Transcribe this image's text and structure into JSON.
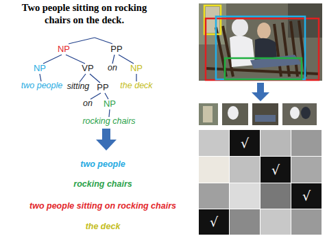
{
  "diagram": {
    "title": "Two people sitting on rocking chairs on the deck.",
    "nodes": [
      {
        "text": [
          "√"
        ]
      },
      {
        "text": [
          "√"
        ]
      },
      {
        "text": [
          "√"
        ]
      },
      {
        "text": [
          "√"
        ]
      }
    ],
    "labels": [
      "NP",
      "PP",
      "NP",
      "VP",
      "on",
      "NP",
      "two people",
      "sitting",
      "PP",
      "the deck",
      "on",
      "NP",
      "rocking chairs",
      "two people",
      "rocking chairs",
      "two people sitting on rocking chairs",
      "the deck"
    ]
  }
}
